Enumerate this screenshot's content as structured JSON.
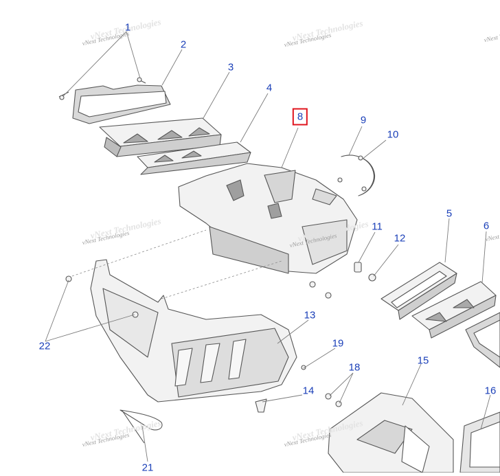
{
  "diagram": {
    "selected_callout": "8",
    "callouts": [
      {
        "id": "1",
        "label": "1"
      },
      {
        "id": "2",
        "label": "2"
      },
      {
        "id": "3",
        "label": "3"
      },
      {
        "id": "4",
        "label": "4"
      },
      {
        "id": "5",
        "label": "5"
      },
      {
        "id": "6",
        "label": "6"
      },
      {
        "id": "8",
        "label": "8"
      },
      {
        "id": "9",
        "label": "9"
      },
      {
        "id": "10",
        "label": "10"
      },
      {
        "id": "11",
        "label": "11"
      },
      {
        "id": "12",
        "label": "12"
      },
      {
        "id": "13",
        "label": "13"
      },
      {
        "id": "14",
        "label": "14"
      },
      {
        "id": "15",
        "label": "15"
      },
      {
        "id": "16",
        "label": "16"
      },
      {
        "id": "18",
        "label": "18"
      },
      {
        "id": "19",
        "label": "19"
      },
      {
        "id": "21",
        "label": "21"
      },
      {
        "id": "22",
        "label": "22"
      }
    ],
    "watermark": "vNext Technologies",
    "colors": {
      "callout": "#1a3fb8",
      "highlight": "#e0141e",
      "line": "#7a7a7a"
    }
  }
}
